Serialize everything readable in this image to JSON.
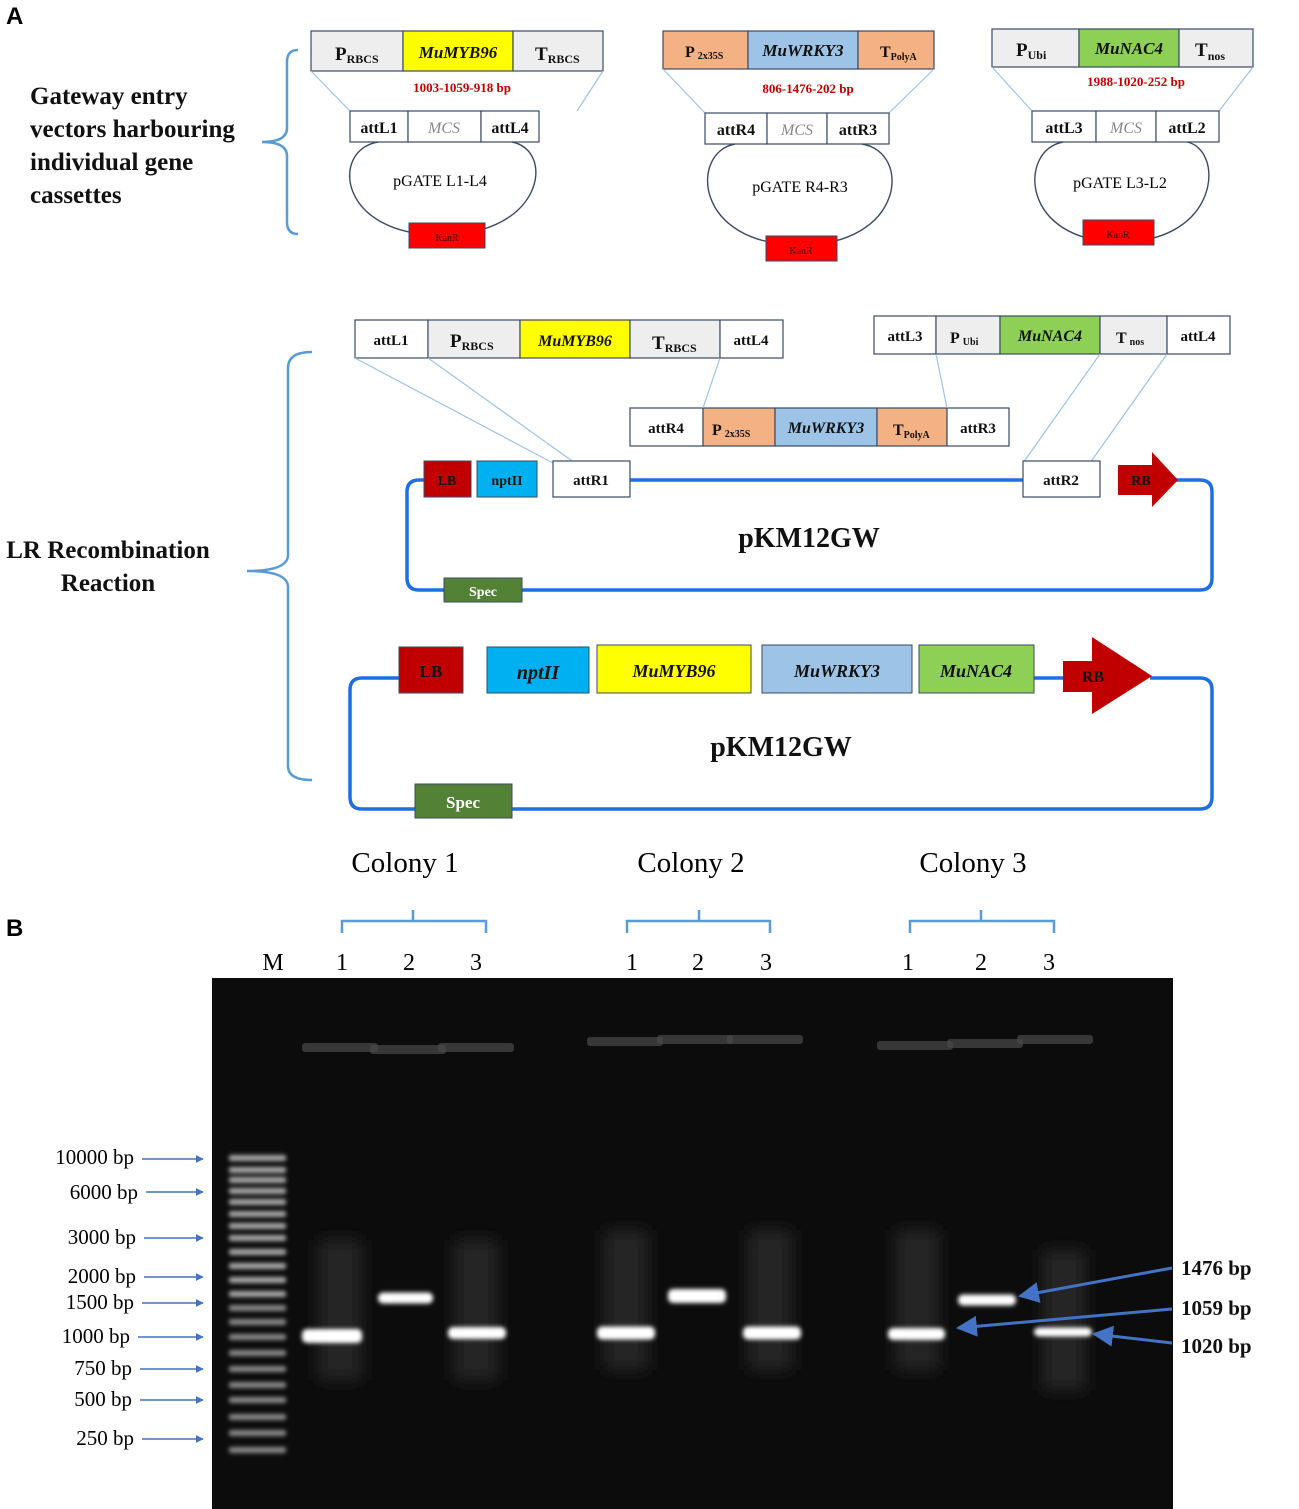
{
  "panel_a": {
    "letter": "A",
    "section1": [
      "Gateway entry",
      "vectors harbouring",
      "individual gene",
      "cassettes"
    ],
    "section2": [
      "LR Recombination",
      "Reaction"
    ],
    "v1": {
      "p_main": "P",
      "p_sub": "RBCS",
      "gene": "MuMYB96",
      "t_main": "T",
      "t_sub": "RBCS",
      "size": "1003-1059-918 bp",
      "att_left": "attL1",
      "mcs": "MCS",
      "att_right": "attL4",
      "plasmid": "pGATE L1-L4",
      "marker": "KanR"
    },
    "v2": {
      "p_main": "P",
      "p_sub": "2x35S",
      "gene": "MuWRKY3",
      "t_main": "T",
      "t_sub": "PolyA",
      "size": "806-1476-202 bp",
      "att_left": "attR4",
      "mcs": "MCS",
      "att_right": "attR3",
      "plasmid": "pGATE R4-R3",
      "marker": "KanR"
    },
    "v3": {
      "p_main": "P",
      "p_sub": "Ubi",
      "gene": "MuNAC4",
      "t_main": "T",
      "t_sub": "nos",
      "size": "1988-1020-252 bp",
      "att_left": "attL3",
      "mcs": "MCS",
      "att_right": "attL2",
      "plasmid": "pGATE L3-L2",
      "marker": "KanR"
    },
    "lr": {
      "c1": {
        "att_left": "attL1",
        "att_right": "attL4"
      },
      "c2": {
        "att_left": "attR4",
        "att_right": "attR3"
      },
      "c3": {
        "att_left": "attL3",
        "att_right": "attL4"
      },
      "dest": {
        "lb": "LB",
        "nptii": "nptII",
        "attr1": "attR1",
        "attr2": "attR2",
        "rb": "RB",
        "name": "pKM12GW",
        "spec": "Spec"
      }
    },
    "final": {
      "lb": "LB",
      "nptii": "nptII",
      "g1": "MuMYB96",
      "g2": "MuWRKY3",
      "g3": "MuNAC4",
      "rb": "RB",
      "name": "pKM12GW",
      "spec": "Spec"
    }
  },
  "panel_b": {
    "letter": "B",
    "colonies": [
      "Colony 1",
      "Colony 2",
      "Colony 3"
    ],
    "marker_lane": "M",
    "lanes": [
      "1",
      "2",
      "3"
    ],
    "ladder": [
      "10000 bp",
      "6000 bp",
      "3000 bp",
      "2000 bp",
      "1500 bp",
      "1000 bp",
      "750 bp",
      "500 bp",
      "250 bp"
    ],
    "band_labels": [
      "1476 bp",
      "1059 bp",
      "1020 bp"
    ]
  },
  "colors": {
    "yellow": "#ffff00",
    "lightblue": "#9dc3e6",
    "green": "#8ed055",
    "salmon": "#f4b183",
    "red": "#ff0000",
    "darkred": "#c00000",
    "cyan": "#00b0f0",
    "darkgreen": "#538135",
    "blue": "#1f6fe0"
  }
}
